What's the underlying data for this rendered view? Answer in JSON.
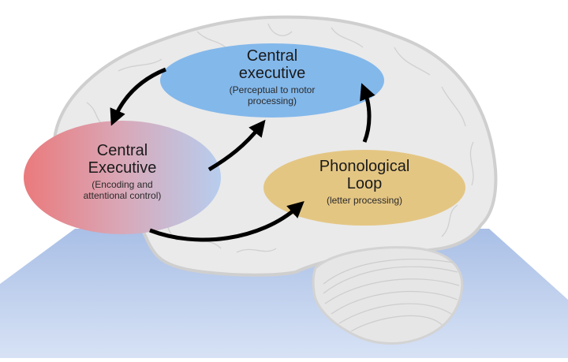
{
  "diagram": {
    "type": "working-memory-brain-model",
    "background": {
      "platform_color_top": "#a9bfe6",
      "platform_color_bottom": "#d7e2f5",
      "brain_fill": "#eaeaea",
      "brain_outline": "#cfcfcf"
    },
    "nodes": [
      {
        "id": "ce-motor",
        "title_lines": [
          "Central",
          "executive"
        ],
        "subtitle_lines": [
          "(Perceptual to motor",
          "processing)"
        ],
        "color": "#7ab3ea"
      },
      {
        "id": "ce-encoding",
        "title_lines": [
          "Central",
          "Executive"
        ],
        "subtitle_lines": [
          "(Encoding and",
          "attentional control)"
        ],
        "gradient": [
          "#ea7a7c",
          "#b7cdee"
        ]
      },
      {
        "id": "phono-loop",
        "title_lines": [
          "Phonological",
          "Loop"
        ],
        "subtitle_lines": [
          "(letter processing)"
        ],
        "color": "#e3c27a"
      }
    ],
    "edges": [
      {
        "from": "ce-motor",
        "to": "ce-encoding"
      },
      {
        "from": "ce-encoding",
        "to": "ce-motor"
      },
      {
        "from": "ce-encoding",
        "to": "phono-loop"
      },
      {
        "from": "phono-loop",
        "to": "ce-motor"
      }
    ]
  }
}
